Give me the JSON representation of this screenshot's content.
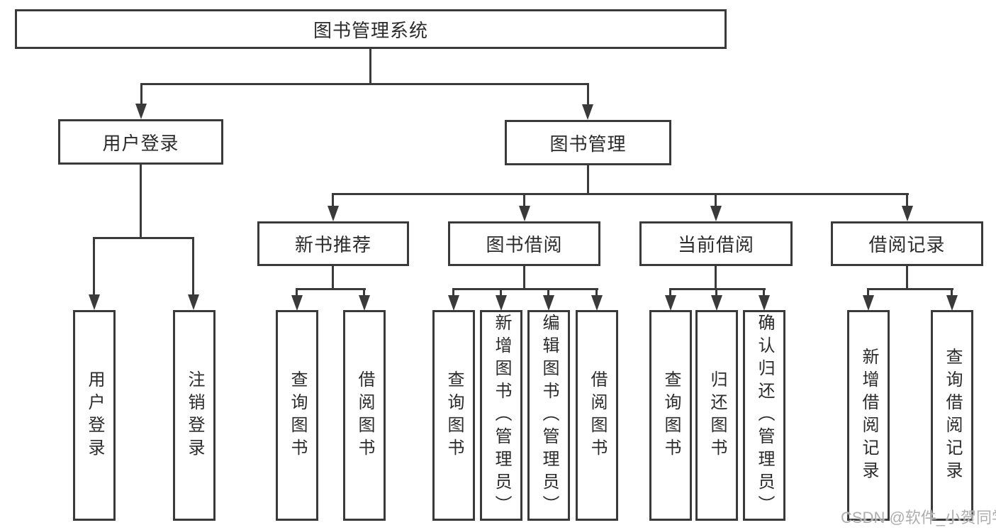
{
  "tree": {
    "root": {
      "label": "图书管理系统"
    },
    "branches": {
      "user_login": {
        "label": "用户登录",
        "leaves": {
          "login": {
            "label": "用户登录"
          },
          "logout": {
            "label": "注销登录"
          }
        }
      },
      "book_management": {
        "label": "图书管理",
        "sections": {
          "new_book_recommend": {
            "label": "新书推荐",
            "leaves": {
              "query_book": {
                "label": "查询图书"
              },
              "borrow_book": {
                "label": "借阅图书"
              }
            }
          },
          "book_borrowing": {
            "label": "图书借阅",
            "leaves": {
              "query_book": {
                "label": "查询图书"
              },
              "add_book_admin": {
                "label": "新增图书（管理员）"
              },
              "edit_book_admin": {
                "label": "编辑图书（管理员）"
              },
              "borrow_book": {
                "label": "借阅图书"
              }
            }
          },
          "current_borrowing": {
            "label": "当前借阅",
            "leaves": {
              "query_book": {
                "label": "查询图书"
              },
              "return_book": {
                "label": "归还图书"
              },
              "confirm_return_admin": {
                "label": "确认归还（管理员）"
              }
            }
          },
          "borrowing_records": {
            "label": "借阅记录",
            "leaves": {
              "add_record": {
                "label": "新增借阅记录"
              },
              "query_record": {
                "label": "查询借阅记录"
              }
            }
          }
        }
      }
    }
  },
  "watermark": {
    "text": "CSDN @软件_小贺同学"
  },
  "colors": {
    "line": "#3a3a3a",
    "text": "#2b2b2b",
    "background": "#ffffff",
    "watermark": "#aeaeae"
  }
}
